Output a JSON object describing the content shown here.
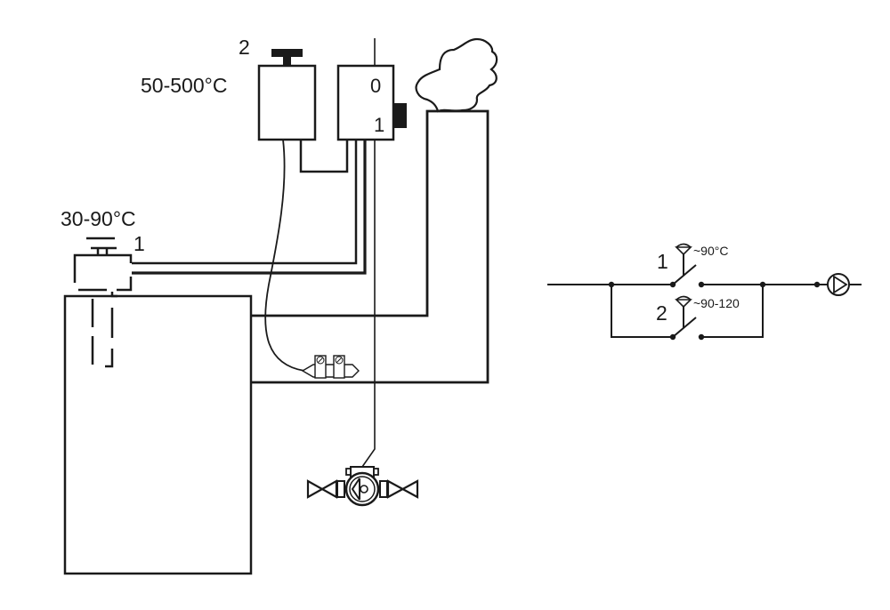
{
  "diagram": {
    "title": "Boiler pump control wiring with flue-gas and water thermostats",
    "colors": {
      "line": "#1a1a1a",
      "background": "#ffffff"
    },
    "left_schematic": {
      "flue_thermostat": {
        "number": "2",
        "range": "50-500°C"
      },
      "switch_box": {
        "pos_off": "0",
        "pos_on": "1"
      },
      "water_thermostat": {
        "number": "1",
        "range": "30-90°C"
      },
      "components": [
        "boiler",
        "flue-pipe",
        "smoke-cloud",
        "flue-sensor",
        "circulation-pump",
        "valve-left",
        "valve-right"
      ]
    },
    "right_schematic": {
      "switches": [
        {
          "number": "1",
          "setpoint": "~90°C"
        },
        {
          "number": "2",
          "setpoint": "~90-120"
        }
      ],
      "load": "pump-symbol"
    }
  }
}
